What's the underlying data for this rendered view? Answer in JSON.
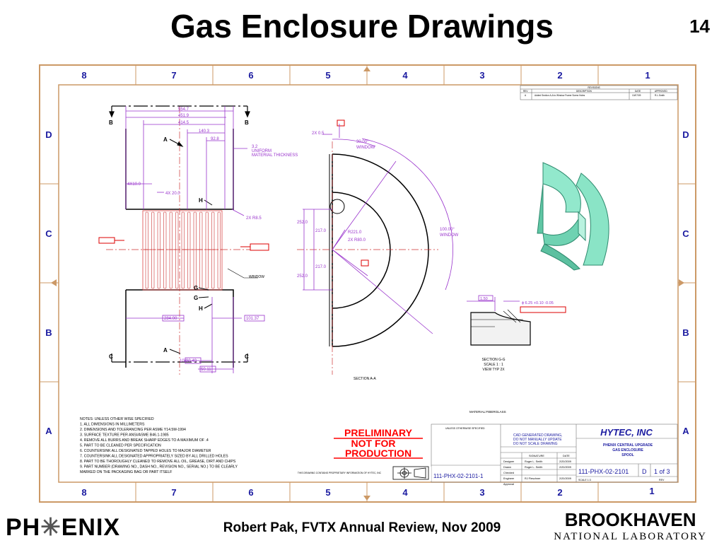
{
  "slide": {
    "title": "Gas Enclosure Drawings",
    "page_number": "14",
    "footer": "Robert Pak, FVTX Annual Review, Nov 2009",
    "logo_left_pre": "PH",
    "logo_left_post": "ENIX",
    "logo_right_top": "BROOKHAVEN",
    "logo_right_bottom": "NATIONAL LABORATORY"
  },
  "drawing": {
    "zone_cols": [
      "8",
      "7",
      "6",
      "5",
      "4",
      "3",
      "2",
      "1"
    ],
    "zone_rows": [
      "D",
      "C",
      "B",
      "A"
    ],
    "dims": {
      "d554": "554.7",
      "d451": "451.9",
      "d414": "414.5",
      "d140": "140.3",
      "d92": "92.8",
      "d3": "3.2",
      "uniform": "UNIFORM",
      "thick": "MATERIAL THICKNESS",
      "d4x10": "4X10.0",
      "d4x20": "4X 20.0",
      "d2xr": "2X R8.5",
      "d284": "284.00",
      "d101": "101.37",
      "d10x": "10X",
      "d30": "30.49",
      "d50": "50.11",
      "window": "WINDOW",
      "d2x05": "2X 0.5",
      "ang30": "30.00°",
      "win30": "WINDOW",
      "ang100": "100.00°",
      "win100": "WINDOW",
      "r221": "R221.0",
      "r80": "2X R80.0",
      "d2520": "252.0",
      "d2170": "217.0",
      "d2171": "217.0",
      "d2521": "252.0",
      "sec_aa": "SECTION A-A",
      "sec_gg": "SECTION G-G",
      "scale": "SCALE 1 : 1",
      "view_typ": "VIEW TYP 2X",
      "mat": "MATERIAL:FIBERGLASS",
      "tol": "ɸ 6.25 +0.10 -0.05",
      "d150": "1.50"
    },
    "letters": {
      "A1": "A",
      "A2": "A",
      "B1": "B",
      "B2": "B",
      "C1": "C",
      "C2": "C",
      "G1": "G",
      "G2": "G",
      "H1": "H",
      "H2": "H"
    },
    "notes": [
      "NOTES: UNLESS OTHER WISE SPECIFIED",
      "1.  ALL DIMENSIONS IN MILLIMETERS",
      "2.  DIMENSIONS AND TOLERANCING PER ASME Y14.5M-1994",
      "3.  SURFACE TEXTURE PER ANSI/ASME B46.1-1985",
      "4.  REMOVE ALL BURRS AND BREAK SHARP EDGES TO A MAXIMUM OF .4",
      "5.  PART TO BE CLEANED PER SPECIFICATION",
      "6.  COUNTERSINK ALL DESIGNATED TAPPED HOLES TO MAJOR DIAMETER",
      "7.  COUNTERSINK ALL DESIGNATED APPROPRIATELY SIZED BY ALL DRILLED HOLES",
      "8.  PART TO BE THOROUGHLY CLEANED TO REMOVE ALL OIL, GREASE, DIRT AND CHIPS",
      "9.  PART NUMBER (DRAWING NO., DASH NO., REVISION NO., SERIAL NO.) TO BE CLEARLY",
      "     MARKED ON THE PACKAGING BAG OR PART ITSELF"
    ],
    "stamp": [
      "PRELIMINARY",
      "NOT FOR",
      "PRODUCTION"
    ],
    "revisions": {
      "title": "REVISIONS",
      "rev": "REV",
      "desc": "DESCRIPTION",
      "date": "DATE",
      "appr": "APPROVED",
      "r1": "A",
      "r1desc": "Added Section A-A to Window Frame Screw Holes",
      "r1date": "10/07/09",
      "r1appr": "R.L.Smith"
    },
    "titleblock": {
      "company": "HYTEC, INC",
      "t1": "PHENIX CENTRAL UPGRADE",
      "t2": "GAS ENCLOSURE",
      "t3": "SPOOL",
      "dwgno": "111-PHX-02-2101",
      "size": "D",
      "sheet": "1 of 3",
      "partno": "111-PHX-02-2101-1",
      "designer": "Roger L. Smith",
      "drawn": "Roger L. Smith",
      "checked": "",
      "engineer": "RJ Fleschner",
      "date1": "2/20/2009",
      "date2": "2/20/2009",
      "date3": "2/20/2009",
      "lbl_designer": "Designer",
      "lbl_drawn": "Drawn",
      "lbl_checked": "Checked",
      "lbl_engineer": "Engineer",
      "lbl_approved": "Approval",
      "lbl_sig": "SIGNATURE",
      "lbl_date": "DATE",
      "caution1": "CAD GENERATED DRAWING,",
      "caution2": "DO NOT MANUALLY UPDATE",
      "caution3": "DO NOT SCALE DRAWING",
      "tol_hdr": "UNLESS OTHERWISE SPECIFIED",
      "scale": "SCALE 1:3",
      "rev": "REV",
      "prop": "THIS DRAWING CONTAINS PROPRIETARY INFORMATION OF HYTEC, INC"
    },
    "colors": {
      "dim": "#9933cc",
      "outline": "#000000",
      "frame": "#cc9966",
      "stamp": "#ff0000",
      "callout": "#dd0000",
      "model": "#7fe0c0",
      "titleblue": "#1a1aa0"
    }
  }
}
